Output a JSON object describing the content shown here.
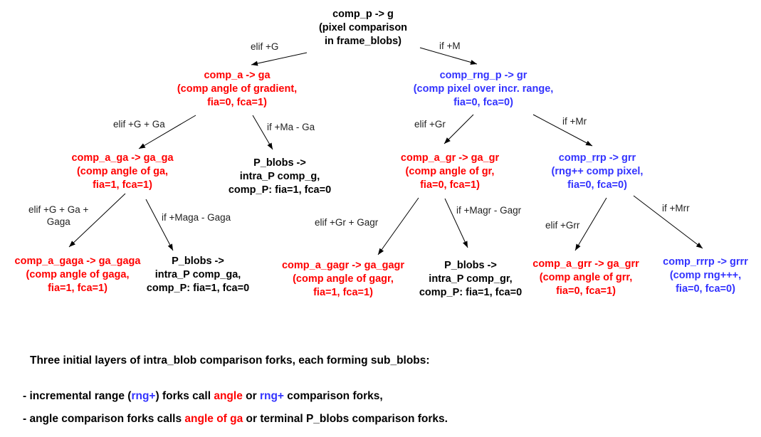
{
  "colors": {
    "root": "#000000",
    "angle": "#ff0000",
    "range": "#3333ff",
    "terminal": "#000000"
  },
  "nodes": {
    "root": {
      "lines": [
        "comp_p -> g",
        "(pixel comparison",
        "in frame_blobs)"
      ]
    },
    "comp_a": {
      "lines": [
        "comp_a -> ga",
        "(comp angle of gradient,",
        "fia=0, fca=1)"
      ]
    },
    "comp_rng_p": {
      "lines": [
        "comp_rng_p -> gr",
        "(comp pixel over incr. range,",
        "fia=0, fca=0)"
      ]
    },
    "comp_a_ga": {
      "lines": [
        "comp_a_ga -> ga_ga",
        "(comp angle of ga,",
        "fia=1, fca=1)"
      ]
    },
    "p_blobs_g": {
      "lines": [
        "P_blobs ->",
        "intra_P comp_g,",
        "comp_P: fia=1, fca=0"
      ]
    },
    "comp_a_gr": {
      "lines": [
        "comp_a_gr -> ga_gr",
        "(comp angle of gr,",
        "fia=0, fca=1)"
      ]
    },
    "comp_rrp": {
      "lines": [
        "comp_rrp -> grr",
        "(rng++ comp pixel,",
        "fia=0, fca=0)"
      ]
    },
    "comp_a_gaga": {
      "lines": [
        "comp_a_gaga -> ga_gaga",
        "(comp angle of gaga,",
        "fia=1, fca=1)"
      ]
    },
    "p_blobs_ga": {
      "lines": [
        "P_blobs ->",
        "intra_P comp_ga,",
        "comp_P: fia=1, fca=0"
      ]
    },
    "comp_a_gagr": {
      "lines": [
        "comp_a_gagr -> ga_gagr",
        "(comp angle of gagr,",
        "fia=1, fca=1)"
      ]
    },
    "p_blobs_gr": {
      "lines": [
        "P_blobs ->",
        "intra_P comp_gr,",
        "comp_P: fia=1, fca=0"
      ]
    },
    "comp_a_grr": {
      "lines": [
        "comp_a_grr -> ga_grr",
        "(comp angle of grr,",
        "fia=0, fca=1)"
      ]
    },
    "comp_rrrp": {
      "lines": [
        "comp_rrrp -> grrr",
        "(comp rng+++,",
        "fia=0, fca=0)"
      ]
    }
  },
  "edges": {
    "root_comp_a": "elif +G",
    "root_comp_rng_p": "if +M",
    "comp_a_comp_a_ga": "elif +G + Ga",
    "comp_a_p_blobs_g": "if +Ma - Ga",
    "comp_rng_p_comp_a_gr": "elif +Gr",
    "comp_rng_p_comp_rrp": "if +Mr",
    "comp_a_ga_comp_a_gaga": "elif +G + Ga +\nGaga",
    "comp_a_ga_p_blobs_ga": "if +Maga - Gaga",
    "comp_a_gr_comp_a_gagr": "elif +Gr + Gagr",
    "comp_a_gr_p_blobs_gr": "if +Magr - Gagr",
    "comp_rrp_comp_a_grr": "elif +Grr",
    "comp_rrp_comp_rrrp": "if +Mrr"
  },
  "notes": {
    "title": "Three initial layers of intra_blob comparison forks, each forming sub_blobs:",
    "line1": {
      "prefix": "- incremental range (",
      "hl1": "rng+",
      "mid1": ") forks call ",
      "hl2": "angle",
      "mid2": " or ",
      "hl3": "rng+",
      "suffix": " comparison forks,"
    },
    "line2": {
      "prefix": "- angle comparison forks calls ",
      "hl1": "angle of ga",
      "suffix": " or terminal P_blobs comparison forks."
    }
  }
}
